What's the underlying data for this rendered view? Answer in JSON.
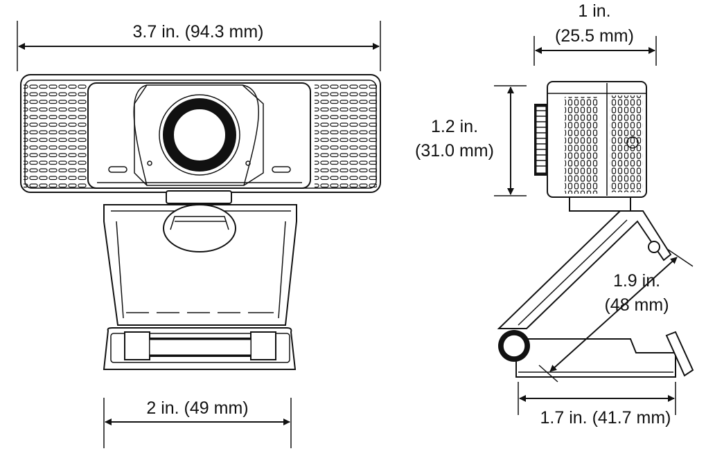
{
  "dimensions": {
    "front_width": "3.7 in. (94.3 mm)",
    "base_width": "2 in. (49 mm)",
    "side_depth_in": "1 in.",
    "side_depth_mm": "(25.5 mm)",
    "side_height_in": "1.2 in.",
    "side_height_mm": "(31.0 mm)",
    "arm_length_in": "1.9 in.",
    "arm_length_mm": "(48 mm)",
    "base_depth": "1.7 in. (41.7 mm)"
  }
}
